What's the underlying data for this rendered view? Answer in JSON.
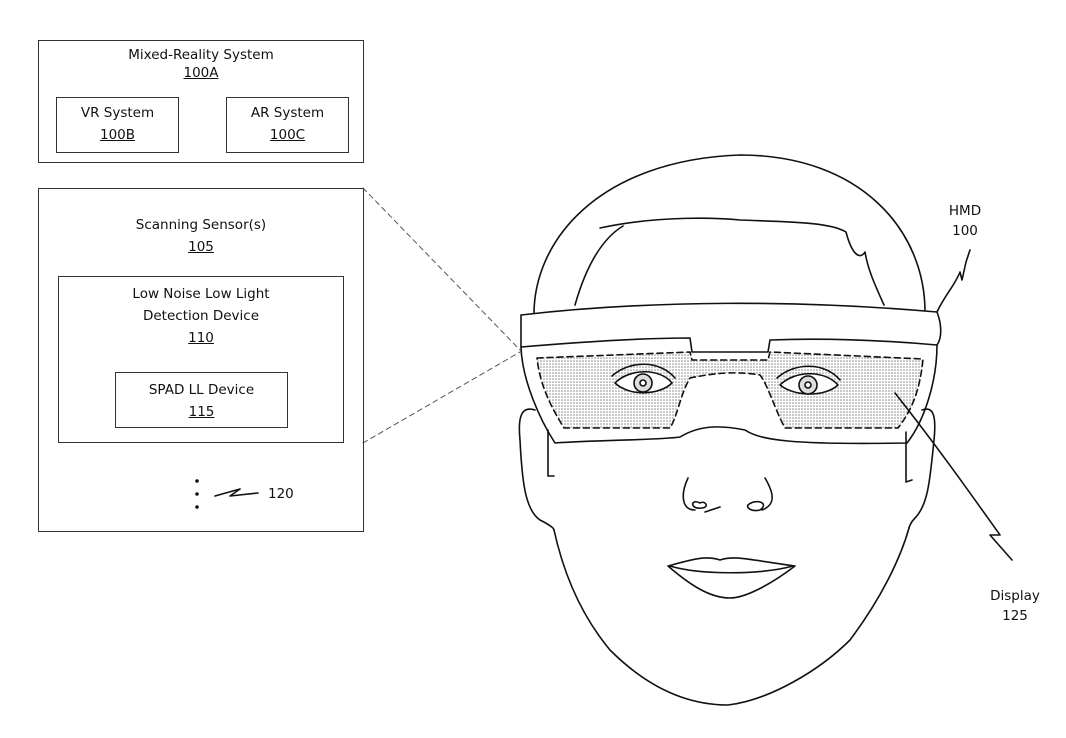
{
  "mixed_reality": {
    "title": "Mixed-Reality System",
    "ref": "100A",
    "vr": {
      "title": "VR System",
      "ref": "100B"
    },
    "ar": {
      "title": "AR System",
      "ref": "100C"
    }
  },
  "scanning": {
    "title": "Scanning Sensor(s)",
    "ref": "105",
    "lnll": {
      "title_line1": "Low Noise Low Light",
      "title_line2": "Detection Device",
      "ref": "110"
    },
    "spad": {
      "title": "SPAD LL Device",
      "ref": "115"
    },
    "more_ref": "120"
  },
  "hmd": {
    "title": "HMD",
    "ref": "100"
  },
  "display": {
    "title": "Display",
    "ref": "125"
  }
}
